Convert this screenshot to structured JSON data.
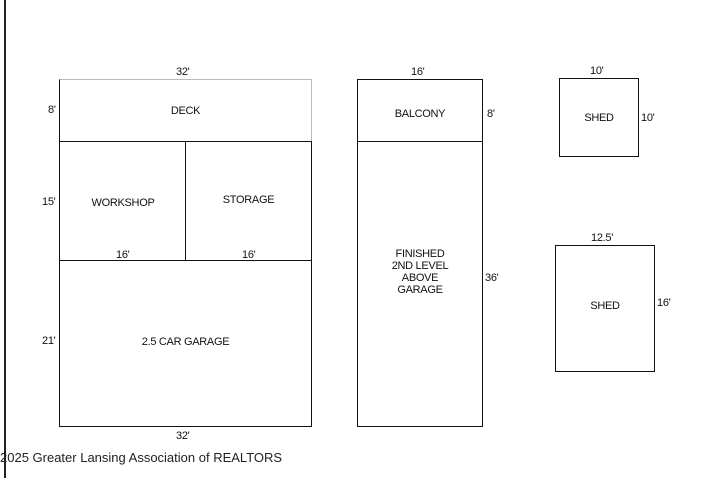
{
  "deck": {
    "label": "DECK",
    "width": "32'",
    "depth": "8'"
  },
  "workshop": {
    "label": "WORKSHOP",
    "depth": "15'",
    "width": "16'"
  },
  "storage": {
    "label": "STORAGE",
    "width": "16'"
  },
  "garage": {
    "label": "2.5 CAR GARAGE",
    "depth": "21'",
    "width": "32'"
  },
  "balcony": {
    "label": "BALCONY",
    "width": "16'",
    "depth": "8'"
  },
  "finished": {
    "lines": [
      "FINISHED",
      "2ND LEVEL",
      "ABOVE",
      "GARAGE"
    ],
    "depth": "36'"
  },
  "shed_small": {
    "label": "SHED",
    "width": "10'",
    "depth": "10'"
  },
  "shed_large": {
    "label": "SHED",
    "width": "12.5'",
    "depth": "16'"
  },
  "footer": "2025 Greater Lansing Association of REALTORS"
}
